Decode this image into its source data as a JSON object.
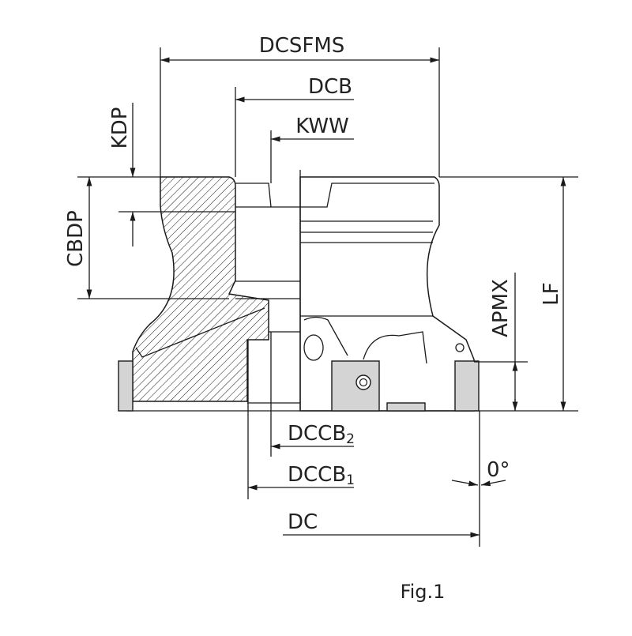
{
  "labels": {
    "dcsfms": "DCSFMS",
    "dcb": "DCB",
    "kww": "KWW",
    "kdp": "KDP",
    "cbdp": "CBDP",
    "apmx": "APMX",
    "lf": "LF",
    "dccb2": "DCCB",
    "dccb2_sub": "2",
    "dccb1": "DCCB",
    "dccb1_sub": "1",
    "dc": "DC",
    "angle": "0°"
  },
  "caption": "Fig.1",
  "colors": {
    "line": "#1a1a1a",
    "insert": "#d4d4d4"
  }
}
